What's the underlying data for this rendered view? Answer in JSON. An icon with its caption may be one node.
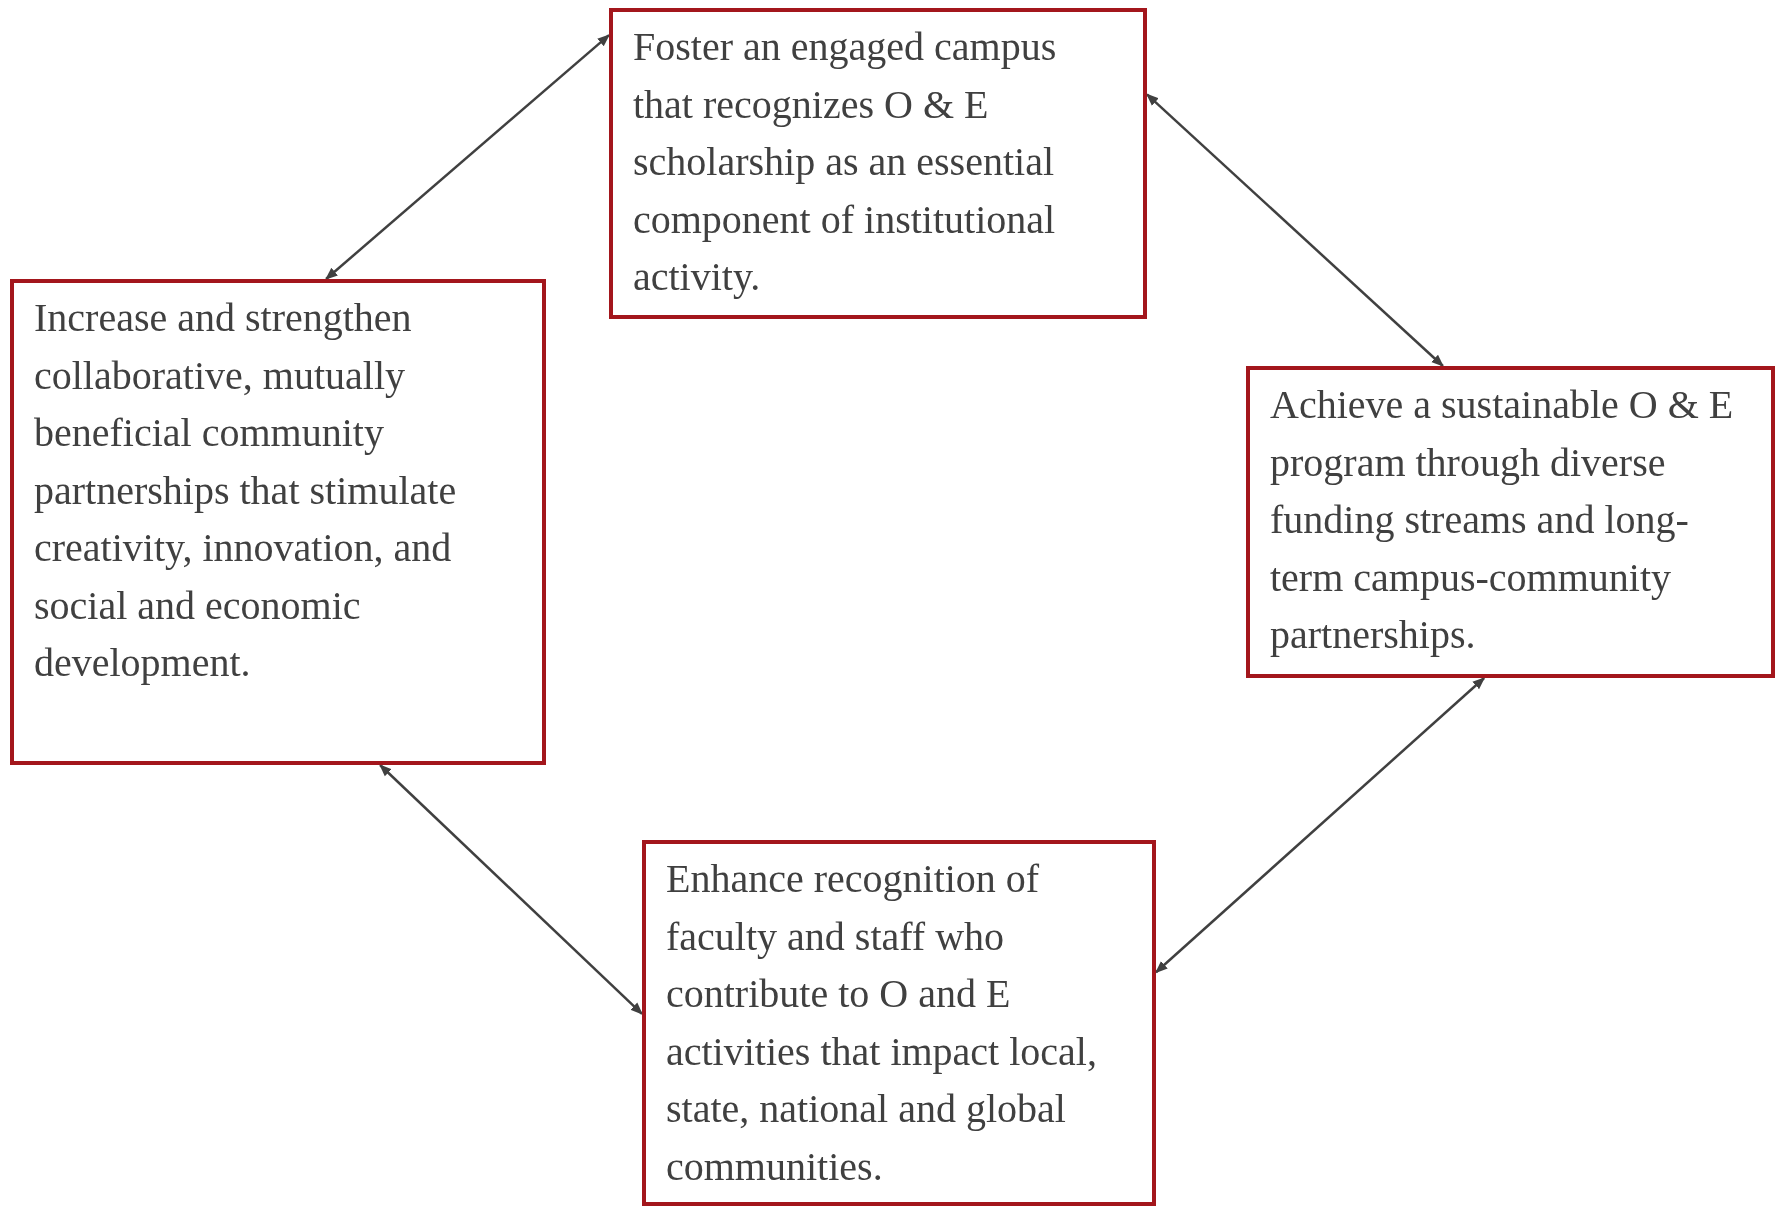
{
  "diagram": {
    "nodes": [
      {
        "text": [
          "Foster an engaged campus that recognizes O & E scholarship as an essential component of institutional activity."
        ]
      },
      {
        "text": [
          "Increase and strengthen collaborative, mutually beneficial community partnerships that stimulate creativity, innovation, and social and economic development."
        ]
      },
      {
        "text": [
          "Achieve a sustainable O & E program through diverse funding streams and long-term campus-community partnerships."
        ]
      },
      {
        "text": [
          "Enhance recognition of faculty and staff who contribute to O and E activities that impact local, state, national and global communities."
        ]
      }
    ],
    "edges": [
      {
        "from": 1,
        "to": 0,
        "arrow": "both"
      },
      {
        "from": 0,
        "to": 2,
        "arrow": "both"
      },
      {
        "from": 2,
        "to": 3,
        "arrow": "both"
      },
      {
        "from": 3,
        "to": 1,
        "arrow": "both"
      }
    ]
  }
}
